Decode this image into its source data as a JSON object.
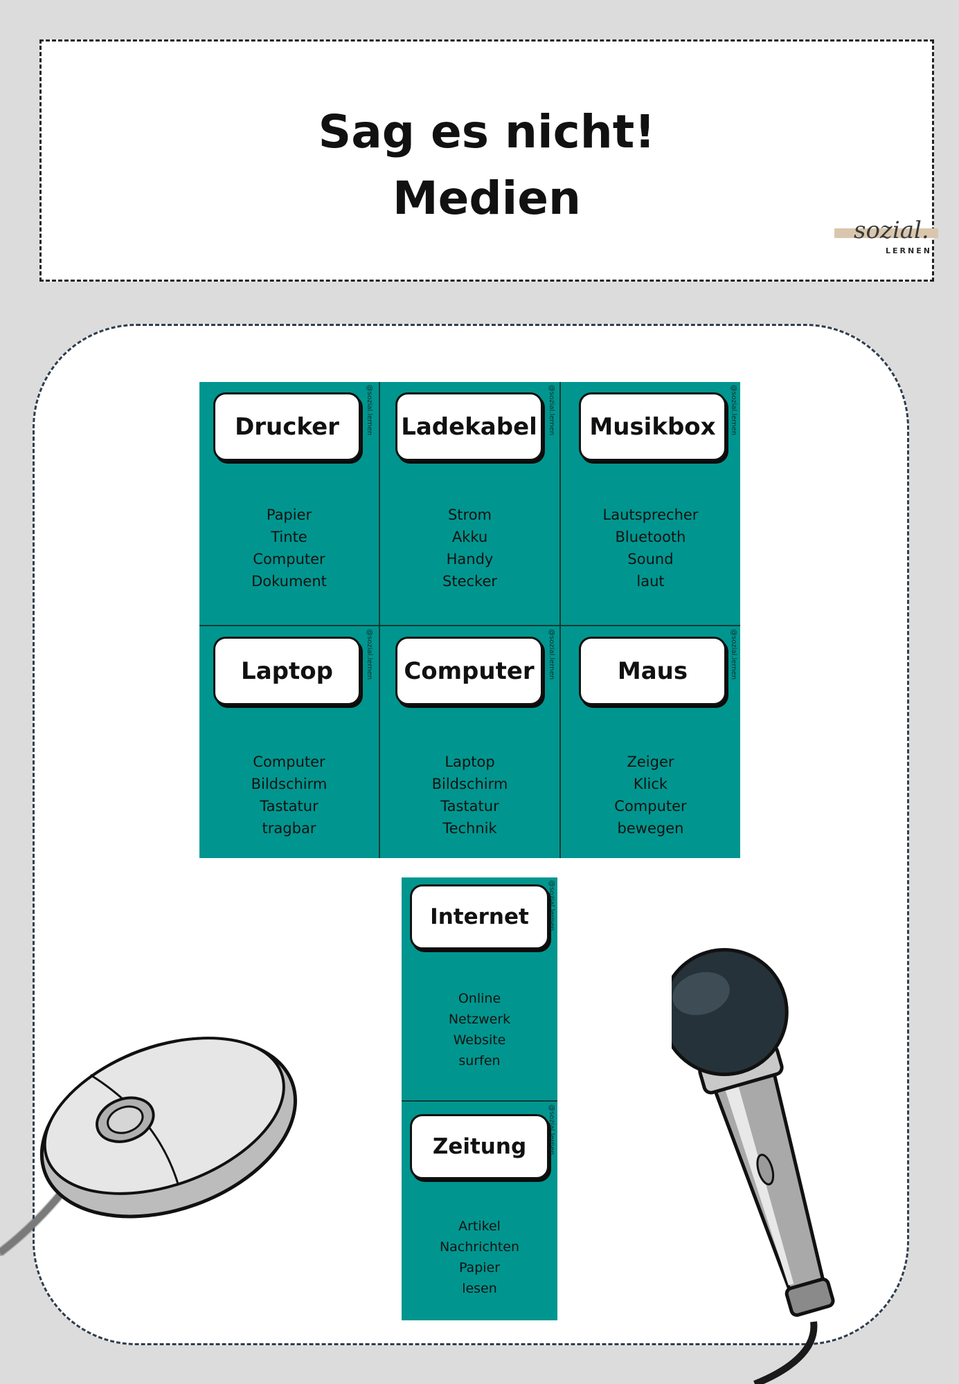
{
  "header": {
    "title_line1": "Sag es nicht!",
    "title_line2": "Medien",
    "logo_script": "sozial.",
    "logo_caps": "LERNEN"
  },
  "credit": "@sozial.lernen",
  "cards": [
    {
      "term": "Drucker",
      "words": [
        "Papier",
        "Tinte",
        "Computer",
        "Dokument"
      ]
    },
    {
      "term": "Ladekabel",
      "words": [
        "Strom",
        "Akku",
        "Handy",
        "Stecker"
      ]
    },
    {
      "term": "Musikbox",
      "words": [
        "Lautsprecher",
        "Bluetooth",
        "Sound",
        "laut"
      ]
    },
    {
      "term": "Laptop",
      "words": [
        "Computer",
        "Bildschirm",
        "Tastatur",
        "tragbar"
      ]
    },
    {
      "term": "Computer",
      "words": [
        "Laptop",
        "Bildschirm",
        "Tastatur",
        "Technik"
      ]
    },
    {
      "term": "Maus",
      "words": [
        "Zeiger",
        "Klick",
        "Computer",
        "bewegen"
      ]
    },
    {
      "term": "Internet",
      "words": [
        "Online",
        "Netzwerk",
        "Website",
        "surfen"
      ]
    },
    {
      "term": "Zeitung",
      "words": [
        "Artikel",
        "Nachrichten",
        "Papier",
        "lesen"
      ]
    }
  ],
  "colors": {
    "card_teal": "#00968f",
    "page_gray": "#dcdcdc",
    "logo_beige": "#d9c7ad"
  },
  "icons": [
    "computer-mouse-icon",
    "microphone-icon"
  ]
}
